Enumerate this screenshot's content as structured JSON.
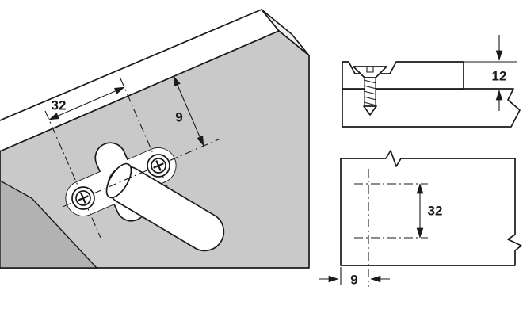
{
  "figure": {
    "type": "furniture-fitting-installation-drawing",
    "views": {
      "isometric": {
        "name": "isometric-installation-view",
        "dimensions": {
          "hole_spacing": "32",
          "edge_distance": "9"
        }
      },
      "section": {
        "name": "side-section-view",
        "dimensions": {
          "plate_height": "12"
        }
      },
      "plan": {
        "name": "drilling-plan-view",
        "dimensions": {
          "hole_spacing": "32",
          "edge_distance": "9"
        }
      }
    },
    "colors": {
      "panel_face": "#c9c9c9",
      "panel_shadow": "#b2b2b2",
      "panel_end": "#f0f0f0",
      "line": "#1a1a1a",
      "background": "#ffffff"
    }
  }
}
